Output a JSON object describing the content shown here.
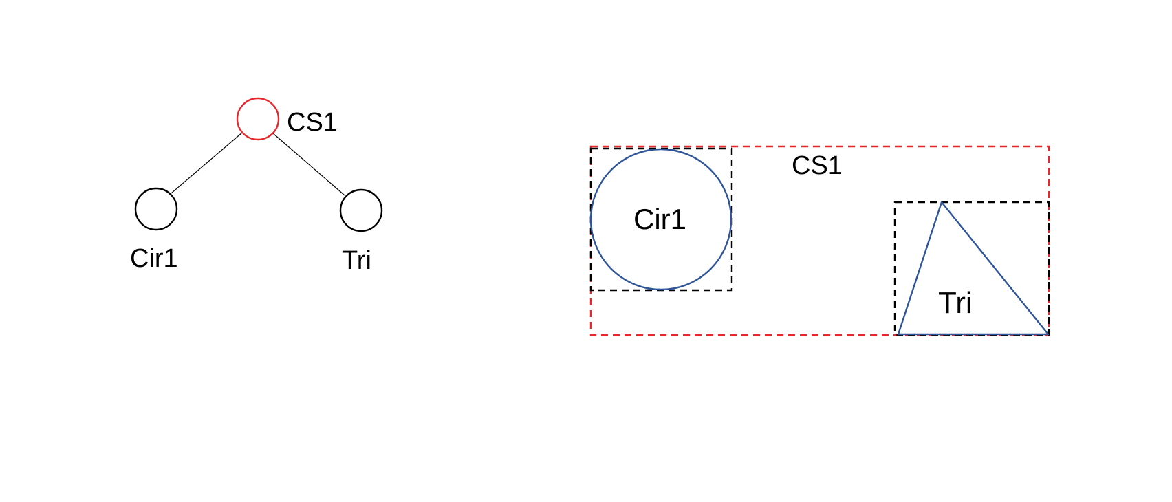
{
  "colors": {
    "background": "#ffffff",
    "root_node": "#e8262c",
    "child_node": "#000000",
    "edge": "#000000",
    "shape_stroke": "#2f5597",
    "group_box": "#e8262c",
    "bounding_box": "#000000"
  },
  "tree": {
    "root": {
      "label": "CS1"
    },
    "children": [
      {
        "label": "Cir1"
      },
      {
        "label": "Tri"
      }
    ]
  },
  "layout_view": {
    "group": {
      "label": "CS1"
    },
    "circle": {
      "label": "Cir1"
    },
    "triangle": {
      "label": "Tri"
    }
  }
}
